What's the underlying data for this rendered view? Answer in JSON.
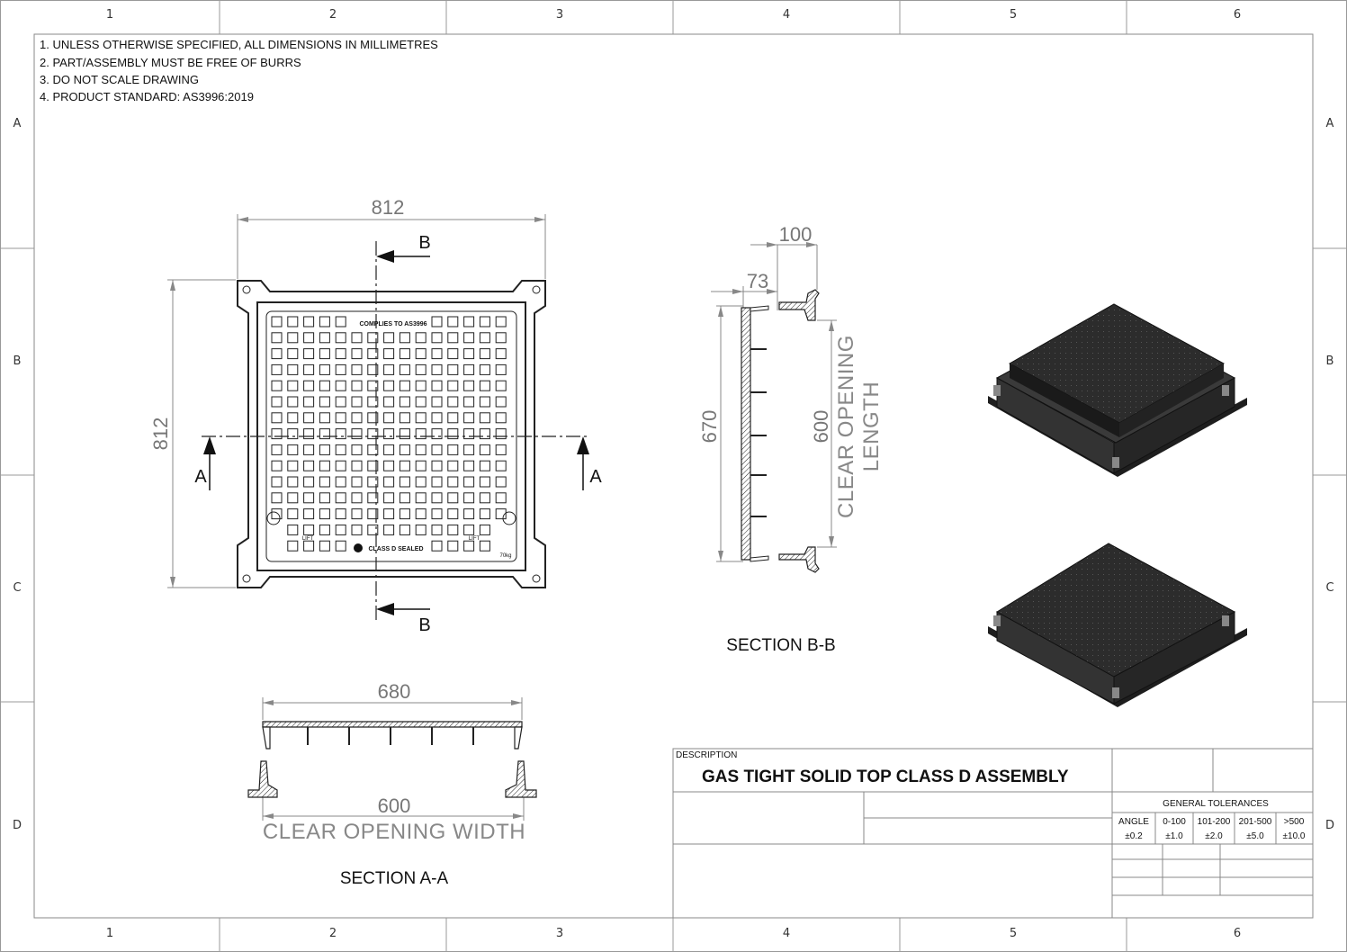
{
  "zones": {
    "columns": [
      "1",
      "2",
      "3",
      "4",
      "5",
      "6"
    ],
    "rows": [
      "A",
      "B",
      "C",
      "D"
    ]
  },
  "notes": [
    "1. UNLESS OTHERWISE SPECIFIED, ALL DIMENSIONS IN MILLIMETRES",
    "2. PART/ASSEMBLY MUST BE FREE OF BURRS",
    "3. DO NOT SCALE DRAWING",
    "4. PRODUCT STANDARD: AS3996:2019"
  ],
  "top_view": {
    "width_dim": "812",
    "height_dim": "812",
    "cut_a": "A",
    "cut_b": "B",
    "cover_text_top": "COMPLIES TO AS3996",
    "cover_text_bottom": "CLASS D SEALED",
    "lift_label": "LIFT",
    "weight_label": "70kg"
  },
  "section_bb": {
    "label": "SECTION B-B",
    "dim_100": "100",
    "dim_73": "73",
    "dim_670": "670",
    "dim_600": "600",
    "clear_1": "CLEAR OPENING",
    "clear_2": "LENGTH"
  },
  "section_aa": {
    "label": "SECTION A-A",
    "dim_680": "680",
    "dim_600": "600",
    "clear": "CLEAR OPENING WIDTH"
  },
  "title_block": {
    "description_label": "DESCRIPTION",
    "description": "GAS TIGHT SOLID TOP CLASS D ASSEMBLY",
    "tolerances_title": "GENERAL TOLERANCES",
    "tolerances": [
      {
        "head": "ANGLE",
        "value": "±0.2"
      },
      {
        "head": "0-100",
        "value": "±1.0"
      },
      {
        "head": "101-200",
        "value": "±2.0"
      },
      {
        "head": "201-500",
        "value": "±5.0"
      },
      {
        "head": ">500",
        "value": "±10.0"
      }
    ]
  },
  "colors": {
    "line": "#222222",
    "dim": "#777777",
    "render": "#2a2a2a"
  }
}
